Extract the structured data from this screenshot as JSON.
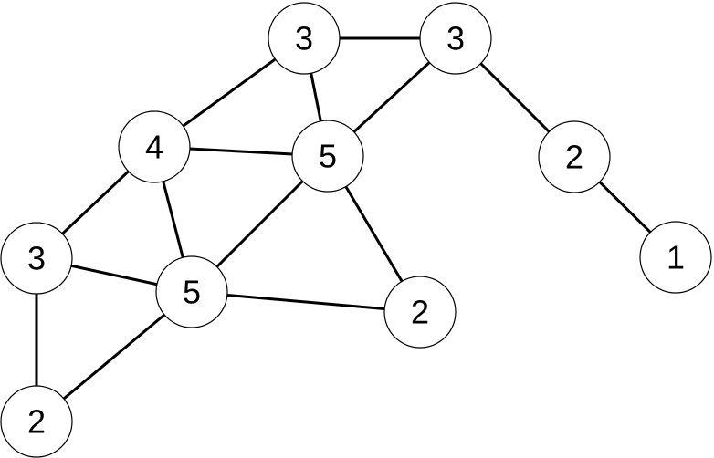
{
  "graph": {
    "nodes": [
      {
        "id": "n1",
        "label": "3"
      },
      {
        "id": "n2",
        "label": "3"
      },
      {
        "id": "n3",
        "label": "4"
      },
      {
        "id": "n4",
        "label": "5"
      },
      {
        "id": "n5",
        "label": "2"
      },
      {
        "id": "n6",
        "label": "3"
      },
      {
        "id": "n7",
        "label": "5"
      },
      {
        "id": "n8",
        "label": "1"
      },
      {
        "id": "n9",
        "label": "2"
      },
      {
        "id": "n10",
        "label": "2"
      }
    ],
    "edges": [
      [
        "n1",
        "n2"
      ],
      [
        "n1",
        "n3"
      ],
      [
        "n1",
        "n4"
      ],
      [
        "n2",
        "n4"
      ],
      [
        "n2",
        "n5"
      ],
      [
        "n3",
        "n4"
      ],
      [
        "n3",
        "n6"
      ],
      [
        "n3",
        "n7"
      ],
      [
        "n4",
        "n7"
      ],
      [
        "n4",
        "n9"
      ],
      [
        "n5",
        "n8"
      ],
      [
        "n6",
        "n7"
      ],
      [
        "n6",
        "n10"
      ],
      [
        "n7",
        "n9"
      ],
      [
        "n7",
        "n10"
      ]
    ]
  }
}
